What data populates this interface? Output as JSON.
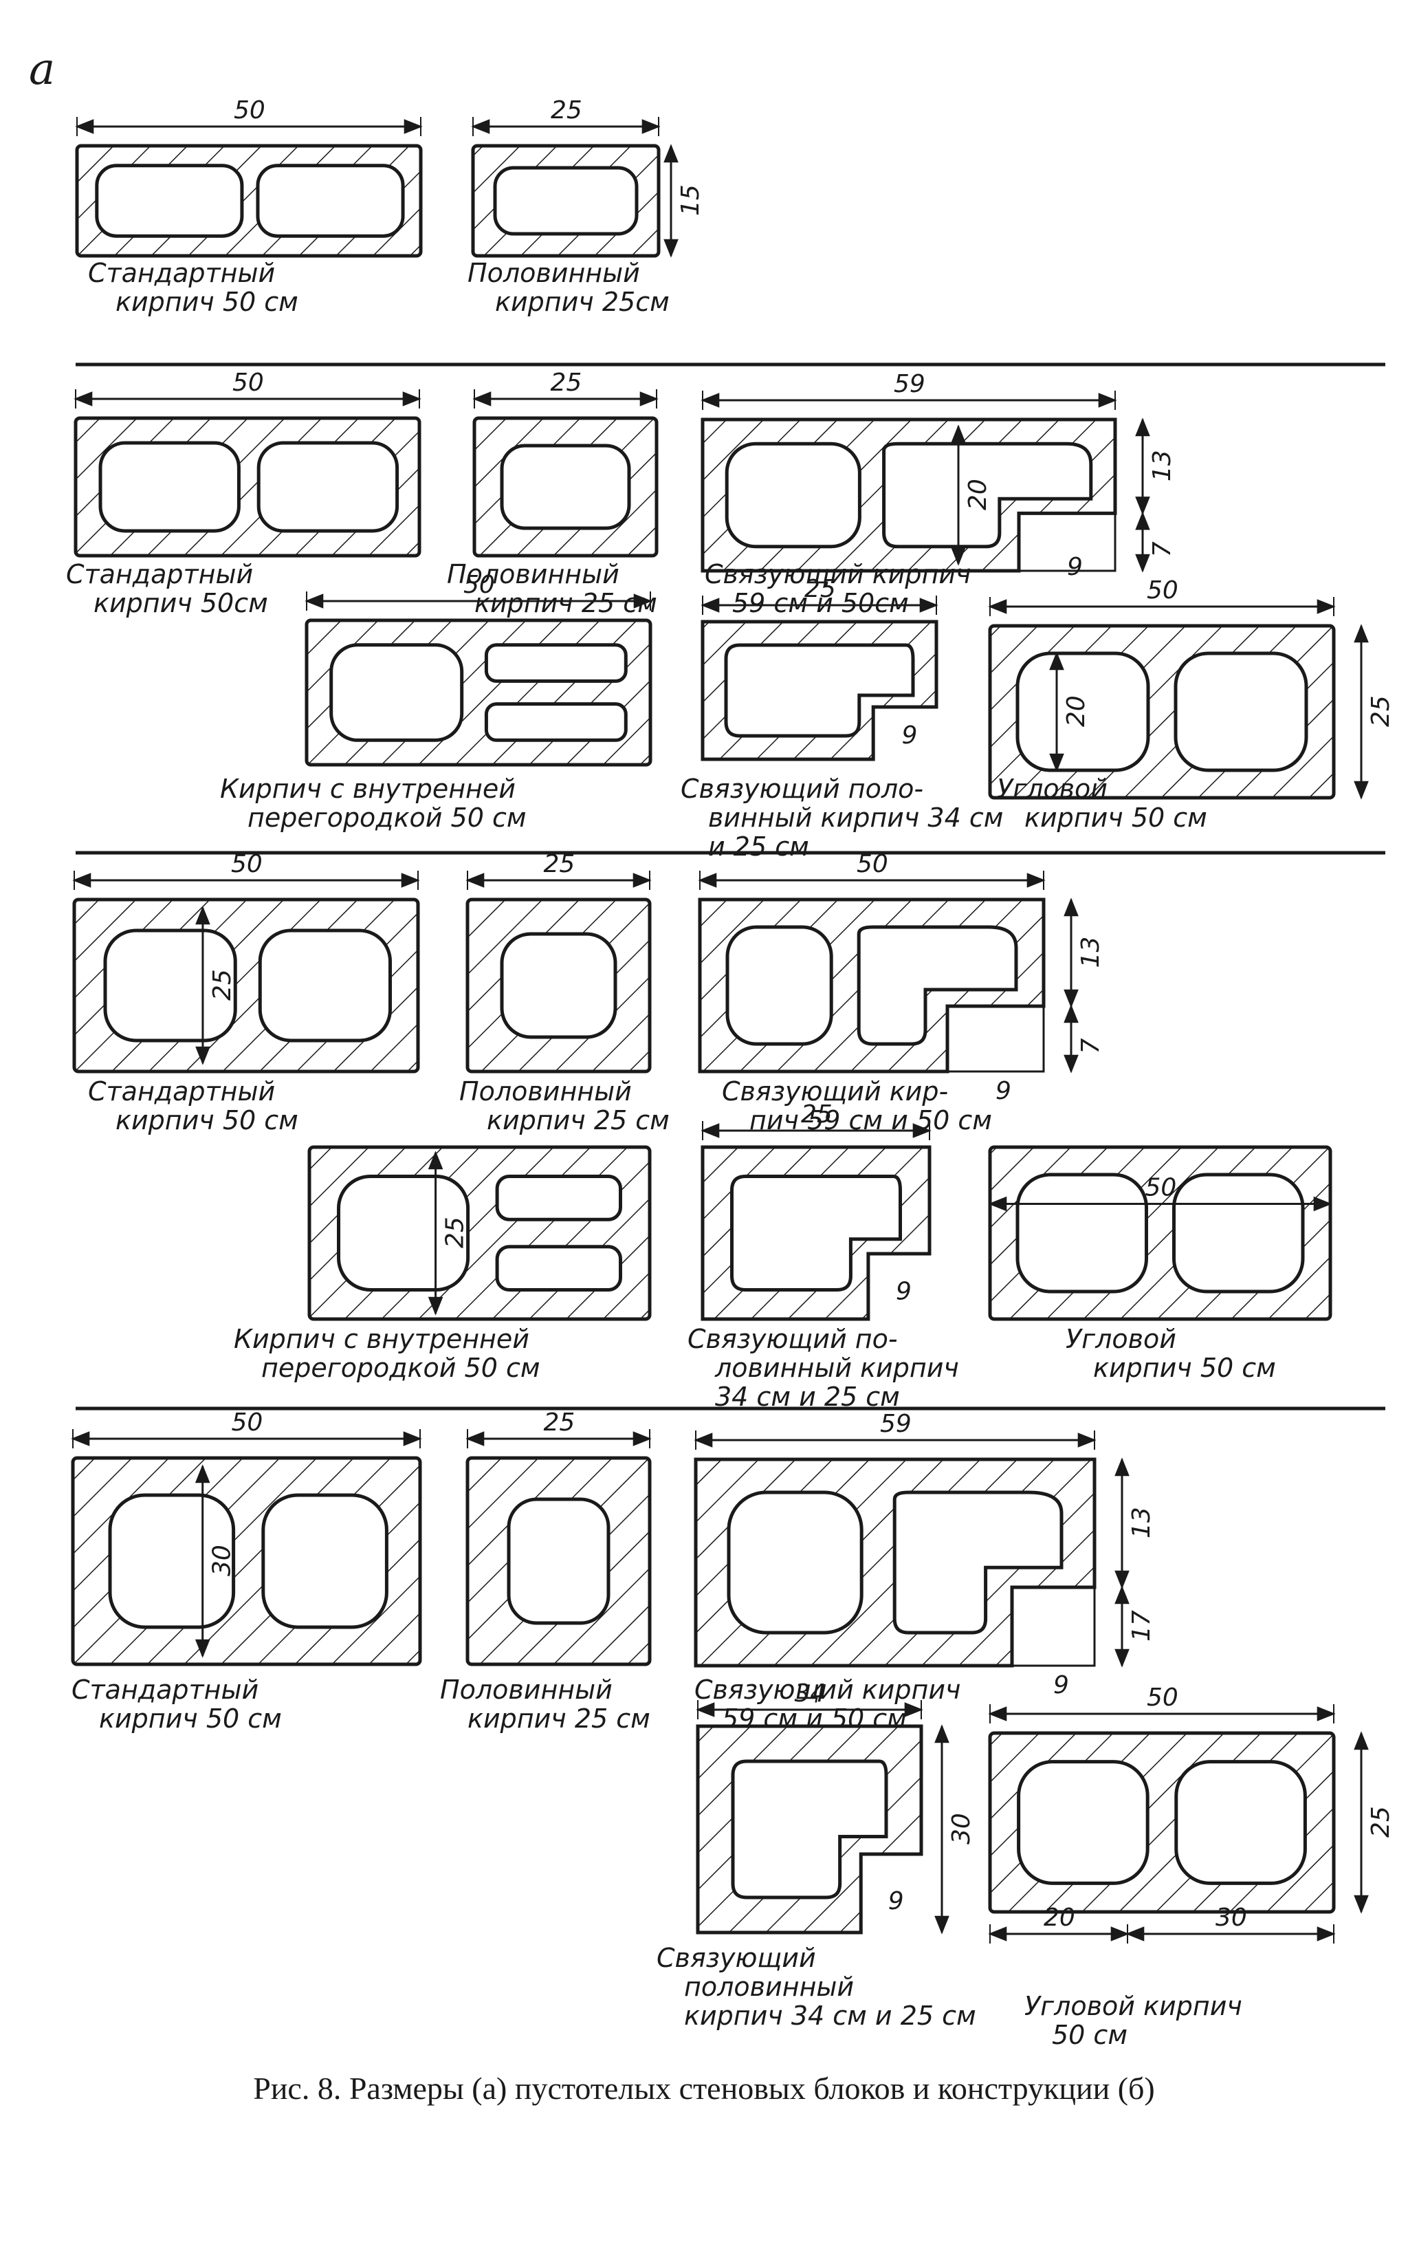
{
  "panel_label": "a",
  "caption": "Рис. 8. Размеры (а) пустотелых стеновых блоков и конструкции (б)",
  "rows": [
    {
      "bricks": [
        {
          "label": [
            "Стандартный",
            "кирпич 50 см"
          ],
          "dims": [
            "50"
          ]
        },
        {
          "label": [
            "Половинный",
            "кирпич 25см"
          ],
          "dims": [
            "25",
            "15"
          ]
        }
      ]
    },
    {
      "bricks": [
        {
          "label": [
            "Стандартный",
            "кирпич 50см"
          ],
          "dims": [
            "50"
          ]
        },
        {
          "label": [
            "Половинный",
            "кирпич 25 см"
          ],
          "dims": [
            "25"
          ]
        },
        {
          "label": [
            "Связующий кирпич",
            "59 см и 50см"
          ],
          "dims": [
            "59",
            "20",
            "13",
            "7",
            "9"
          ]
        },
        {
          "label": [
            "Кирпич с внутренней",
            "перегородкой 50 см"
          ],
          "dims": [
            "50"
          ]
        },
        {
          "label": [
            "Связующий поло-",
            "винный кирпич 34 см",
            "и 25 см"
          ],
          "dims": [
            "25",
            "9"
          ]
        },
        {
          "label": [
            "Угловой",
            "кирпич 50 см"
          ],
          "dims": [
            "50",
            "20",
            "25"
          ]
        }
      ]
    },
    {
      "bricks": [
        {
          "label": [
            "Стандартный",
            "кирпич 50 см"
          ],
          "dims": [
            "50",
            "25"
          ]
        },
        {
          "label": [
            "Половинный",
            "кирпич 25 см"
          ],
          "dims": [
            "25"
          ]
        },
        {
          "label": [
            "Связующий кир-",
            "пич 59 см и 50 см"
          ],
          "dims": [
            "50",
            "13",
            "7",
            "9"
          ]
        },
        {
          "label": [
            "Кирпич с внутренней",
            "перегородкой 50 см"
          ],
          "dims": [
            "25"
          ]
        },
        {
          "label": [
            "Связующий по-",
            "ловинный кирпич",
            "34 см и 25 см"
          ],
          "dims": [
            "25",
            "9"
          ]
        },
        {
          "label": [
            "Угловой",
            "кирпич 50 см"
          ],
          "dims": [
            "50"
          ]
        }
      ]
    },
    {
      "bricks": [
        {
          "label": [
            "Стандартный",
            "кирпич 50 см"
          ],
          "dims": [
            "50",
            "30"
          ]
        },
        {
          "label": [
            "Половинный",
            "кирпич 25 см"
          ],
          "dims": [
            "25"
          ]
        },
        {
          "label": [
            "Связующий кирпич",
            "59 см и 50 см"
          ],
          "dims": [
            "59",
            "13",
            "17",
            "9"
          ]
        },
        {
          "label": [
            "Связующий",
            "половинный",
            "кирпич 34 см и 25 см"
          ],
          "dims": [
            "34",
            "9",
            "30"
          ]
        },
        {
          "label": [
            "Угловой кирпич",
            "50 см"
          ],
          "dims": [
            "50",
            "25",
            "20",
            "30"
          ]
        }
      ]
    }
  ]
}
